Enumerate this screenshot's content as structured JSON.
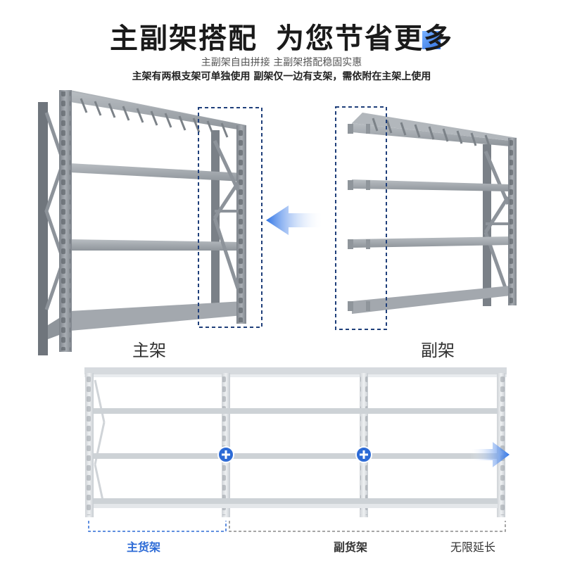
{
  "headline": {
    "part1": "主副架搭配",
    "part2": "为您节省更多"
  },
  "subtitle_line1": "主副架自由拼接 主副架搭配稳固实惠",
  "subtitle_line2": "主架有两根支架可单独使用  副架仅一边有支架，需依附在主架上使用",
  "labels": {
    "main_rack": "主架",
    "aux_rack": "副架"
  },
  "bottom_captions": {
    "main": "主货架",
    "aux": "副货架",
    "extend": "无限延长"
  },
  "colors": {
    "accent": "#2d6bd6",
    "rack_dark": "#8e949b",
    "rack_light": "#c9ced3"
  },
  "icons": [
    "plus-circle-icon",
    "arrow-left-icon",
    "arrow-right-icon"
  ]
}
